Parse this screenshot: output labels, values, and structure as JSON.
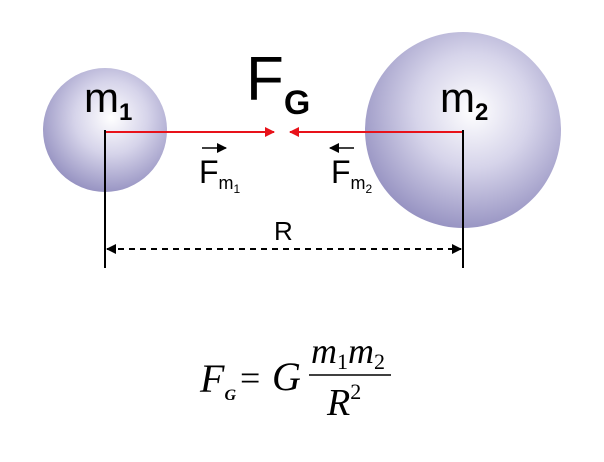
{
  "diagram": {
    "mass1_label": {
      "base": "m",
      "sub": "1"
    },
    "mass2_label": {
      "base": "m",
      "sub": "2"
    },
    "force_label": {
      "base": "F",
      "sub": "G"
    },
    "force1_label": {
      "base": "F",
      "sub": "m",
      "subsub": "1"
    },
    "force2_label": {
      "base": "F",
      "sub": "m",
      "subsub": "2"
    },
    "distance_label": "R",
    "colors": {
      "force_arrow": "#e8121a",
      "sphere": "#a9a6cc",
      "line": "#000000"
    }
  },
  "formula": {
    "lhs": "F",
    "lhs_sub": "G",
    "equals": "=",
    "constant": "G",
    "num_m1": "m",
    "num_sub1": "1",
    "num_m2": "m",
    "num_sub2": "2",
    "den": "R",
    "den_exp": "2"
  }
}
